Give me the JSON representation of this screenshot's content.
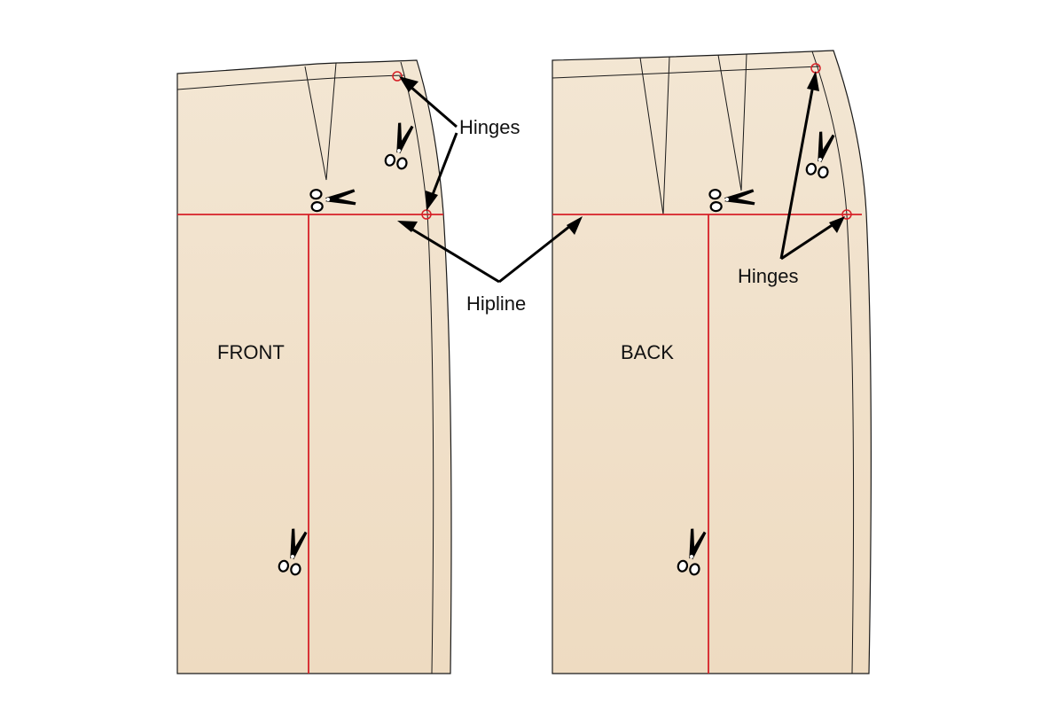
{
  "pieces": {
    "front": {
      "label": "FRONT"
    },
    "back": {
      "label": "BACK"
    }
  },
  "annotations": {
    "hinges_top": "Hinges",
    "hinges_right": "Hinges",
    "hipline": "Hipline"
  },
  "icons": {
    "cut_marker": "scissors-icon",
    "hinge_marker": "hinge-point-icon"
  },
  "colors": {
    "paper_top": "#f3e6d3",
    "paper_bottom": "#eedbc1",
    "cut_line": "#d62027",
    "outline": "#1a1a1a"
  }
}
